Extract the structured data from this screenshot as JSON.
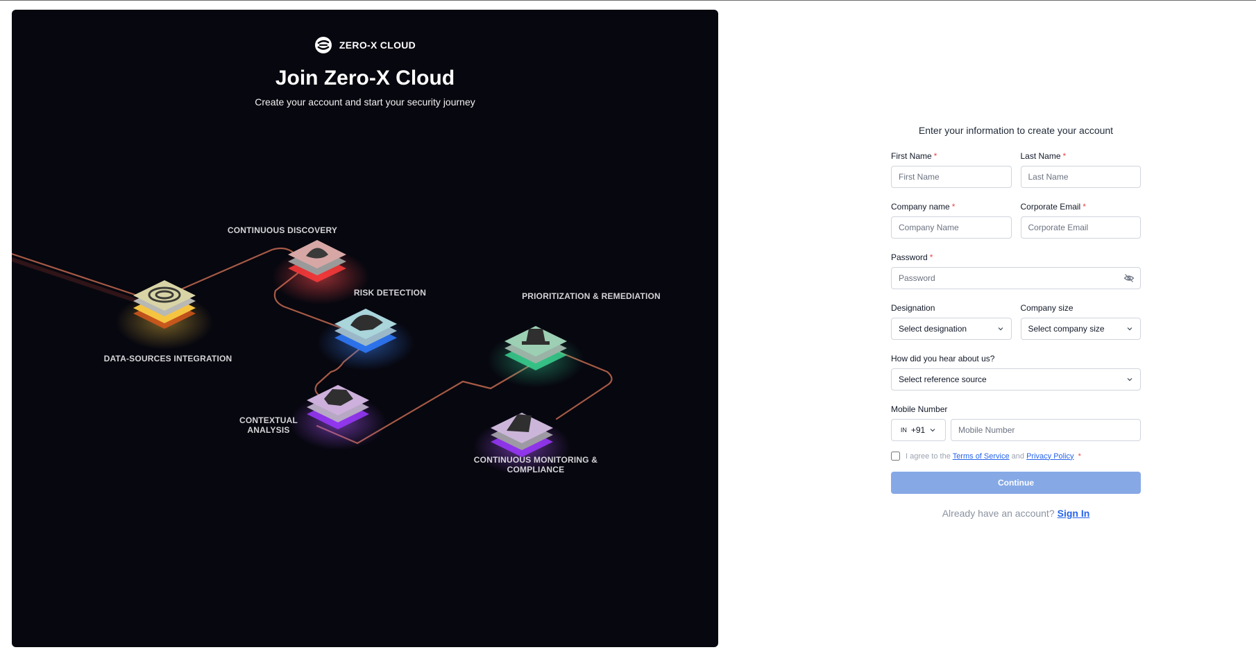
{
  "hero": {
    "brand_name": "ZERO-X CLOUD",
    "title": "Join Zero-X Cloud",
    "subtitle": "Create your account and start your security journey",
    "stages": {
      "continuous_discovery": "CONTINUOUS DISCOVERY",
      "risk_detection": "RISK DETECTION",
      "data_sources": "DATA-SOURCES INTEGRATION",
      "prioritization": "PRIORITIZATION & REMEDIATION",
      "contextual_1": "CONTEXTUAL",
      "contextual_2": "ANALYSIS",
      "monitoring_1": "CONTINUOUS MONITORING &",
      "monitoring_2": "COMPLIANCE"
    }
  },
  "form": {
    "heading": "Enter your information to create your account",
    "first_name": {
      "label": "First Name",
      "placeholder": "First Name",
      "value": ""
    },
    "last_name": {
      "label": "Last Name",
      "placeholder": "Last Name",
      "value": ""
    },
    "company_name": {
      "label": "Company name",
      "placeholder": "Company Name",
      "value": ""
    },
    "corporate_email": {
      "label": "Corporate Email",
      "placeholder": "Corporate Email",
      "value": ""
    },
    "password": {
      "label": "Password",
      "placeholder": "Password",
      "value": ""
    },
    "designation": {
      "label": "Designation",
      "selected": "Select designation"
    },
    "company_size": {
      "label": "Company size",
      "selected": "Select company size"
    },
    "reference": {
      "label": "How did you hear about us?",
      "selected": "Select reference source"
    },
    "mobile": {
      "label": "Mobile Number",
      "country_flag": "IN",
      "country_code": "+91",
      "placeholder": "Mobile Number",
      "value": ""
    },
    "required_mark": "*",
    "terms": {
      "prefix": "I agree to the",
      "tos": "Terms of Service",
      "and": "and",
      "privacy": "Privacy Policy",
      "checked": false
    },
    "continue_label": "Continue",
    "signin_prompt": "Already have an account?",
    "signin_link": "Sign In"
  },
  "icons": {
    "logo": "zero-x-logo-icon",
    "eye": "eye-off-icon",
    "chevron": "chevron-down-icon"
  },
  "colors": {
    "hero_bg": "#07070f",
    "accent": "#2563eb",
    "button_disabled": "#86a9e6",
    "required": "#ef4444"
  }
}
